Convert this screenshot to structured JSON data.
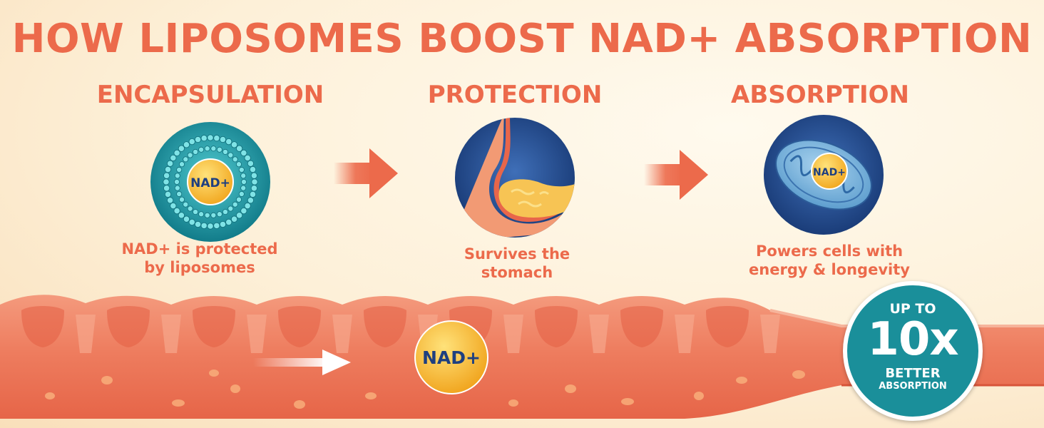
{
  "title": "HOW LIPOSOMES BOOST NAD+ ABSORPTION",
  "colors": {
    "accent": "#ec6a4b",
    "teal": "#1a8f9a",
    "navy": "#1e3f80",
    "gold": "#f7b928",
    "tissue": "#ee7d5f"
  },
  "steps": [
    {
      "label": "ENCAPSULATION",
      "caption_line1": "NAD+ is protected",
      "caption_line2": "by liposomes",
      "icon": "liposome-icon",
      "icon_text": "NAD+"
    },
    {
      "label": "PROTECTION",
      "caption_line1": "Survives the",
      "caption_line2": "stomach",
      "icon": "stomach-icon"
    },
    {
      "label": "ABSORPTION",
      "caption_line1": "Powers cells with",
      "caption_line2": "energy & longevity",
      "icon": "mitochondria-icon",
      "icon_text": "NAD+"
    }
  ],
  "intestine": {
    "molecule_label": "NAD+",
    "flow_icon": "arrow-right-icon"
  },
  "badge": {
    "line1": "UP TO",
    "line2": "10x",
    "line3": "BETTER",
    "line4": "ABSORPTION"
  }
}
